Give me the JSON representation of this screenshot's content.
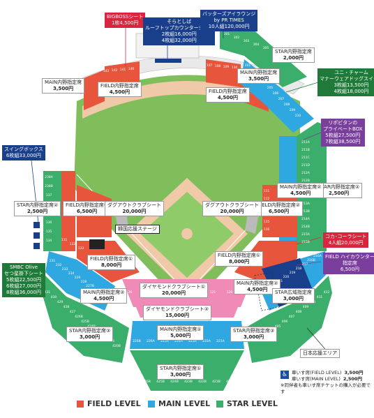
{
  "colors": {
    "field": "#e8553d",
    "main": "#2fa7e0",
    "star": "#3aae6a",
    "pink": "#f08bb8",
    "navy": "#1a3f8a",
    "red": "#d7263d",
    "purple": "#7a3e9d",
    "darkgreen": "#1f7a3a",
    "grass": "#7fbe5a",
    "dirt": "#f0c9a8"
  },
  "legend": {
    "field": "FIELD LEVEL",
    "main": "MAIN LEVEL",
    "star": "STAR LEVEL"
  },
  "annotations": {
    "bigboss": {
      "l1": "BIGBOSSシート",
      "l2": "1枚4,500円"
    },
    "rooftop": {
      "l1": "そらとしば",
      "l2": "ルーフトップカウンターシート",
      "l3": "2枚組16,000円",
      "l4": "4枚組32,000円"
    },
    "butters": {
      "l1": "バッターズアイラウンジ",
      "l2": "by PR TIMES",
      "l3": "10人組120,000円"
    },
    "yuni": {
      "l1": "ユニ・チャーム",
      "l2": "マナーウェアドッグスイート",
      "l3": "3枚組13,500円",
      "l4": "4枚組18,000円"
    },
    "lipo": {
      "l1": "リポビタンの",
      "l2": "プライベートBOX",
      "l3": "5枚組27,500円",
      "l4": "7枚組38,500円"
    },
    "swing": {
      "l1": "スイングボックス",
      "l2": "6枚組33,000円"
    },
    "coca": {
      "l1": "コカ･コーラシート",
      "l2": "4人組20,000円"
    },
    "fieldhigh": {
      "l1": "FIELD ハイカウンター",
      "l2": "指定席",
      "l3": "6,500円"
    },
    "smbc": {
      "l1": "SMBC Olive",
      "l2": "セつ星掛下シート",
      "l3": "5枚組22,500円",
      "l4": "6枚組27,000円",
      "l5": "8枚組36,000円"
    },
    "nihon": "日本応援エリア",
    "kankoku": "韓国応援ステージ"
  },
  "prices": {
    "main3b_top": {
      "name": "MAIN内野指定席",
      "price": "3,500円"
    },
    "main1b_top": {
      "name": "MAIN内野指定席",
      "price": "3,500円"
    },
    "main3b_left": {
      "name": "MAIN内野指定席",
      "price": "3,500円"
    },
    "field3b": {
      "name": "FIELD内野指定席",
      "price": "4,500円"
    },
    "field1b": {
      "name": "FIELD内野指定席",
      "price": "4,500円"
    },
    "star_top": {
      "name": "STAR内野指定席",
      "price": "2,000円"
    },
    "star_left": {
      "name": "STAR内野指定席②",
      "price": "2,500円"
    },
    "star_right": {
      "name": "STAR内野指定席②",
      "price": "2,500円"
    },
    "field2_l": {
      "name": "FIELD内野指定席②",
      "price": "6,500円"
    },
    "field2_r": {
      "name": "FIELD内野指定席②",
      "price": "6,500円"
    },
    "dugout_l": {
      "name": "ダグアウトクラブシート",
      "price": "20,000円"
    },
    "dugout_r": {
      "name": "ダグアウトクラブシート",
      "price": "20,000円"
    },
    "main2_r": {
      "name": "MAIN内野指定席②",
      "price": "4,500円"
    },
    "field1_l": {
      "name": "FIELD内野指定席①",
      "price": "8,000円"
    },
    "field1_r": {
      "name": "FIELD内野指定席①",
      "price": "8,000円"
    },
    "main2_l": {
      "name": "MAIN内野指定席②",
      "price": "4,500円"
    },
    "main2_r2": {
      "name": "MAIN内野指定席②",
      "price": "4,500円"
    },
    "diamond1": {
      "name": "ダイヤモンドクラブシート①",
      "price": "20,000円"
    },
    "diamond2": {
      "name": "ダイヤモンドクラブシート②",
      "price": "15,000円"
    },
    "star_l3": {
      "name": "STAR内野指定席③",
      "price": "3,000円"
    },
    "star_r3": {
      "name": "STAR内野指定席③",
      "price": "3,000円"
    },
    "starbox": {
      "name": "STAR広域指定席",
      "price": "3,000円"
    },
    "main1": {
      "name": "MAIN内野指定席①",
      "price": "5,000円"
    },
    "star1": {
      "name": "STAR内野指定席①",
      "price": "3,000円"
    }
  },
  "wheelchair": {
    "icon": "wheelchair-icon",
    "row1": "車いす席(FIELD LEVEL)",
    "p1": "3,500円",
    "row2": "車いす席(MAIN LEVEL)",
    "p2": "2,500円",
    "note": "※同伴者も車いす席チケットの購入が必要です"
  },
  "section_labels": {
    "top_field": [
      "143",
      "142",
      "141",
      "140"
    ],
    "top_field_r": [
      "107",
      "108",
      "109",
      "110"
    ],
    "right_main": [
      "201",
      "202",
      "203",
      "204",
      "205",
      "206",
      "207",
      "208",
      "209",
      "210"
    ],
    "right_star": [
      "301",
      "302",
      "303",
      "304",
      "305",
      "306"
    ],
    "right_col": [
      "211A",
      "211B",
      "211C",
      "211D",
      "212A",
      "212B",
      "212C",
      "212D",
      "213A",
      "213B",
      "214A",
      "214B",
      "215A",
      "215B"
    ],
    "left_col": [
      "238A",
      "238B",
      "137",
      "138",
      "139",
      "136",
      "135",
      "134"
    ],
    "left_field": [
      "131",
      "132",
      "133"
    ],
    "right_field": [
      "111",
      "112",
      "113",
      "114",
      "115",
      "116"
    ],
    "bottom_left_main": [
      "231",
      "232",
      "233",
      "234",
      "229",
      "228",
      "227B",
      "226B",
      "225B",
      "224B"
    ],
    "bottom_right_main": [
      "216A",
      "216B",
      "217",
      "218",
      "219",
      "220",
      "221",
      "222",
      "223"
    ],
    "bottom_left_star": [
      "431",
      "430",
      "429",
      "428",
      "427",
      "426B",
      "425B",
      "424B",
      "423B",
      "422B",
      "421B",
      "420B"
    ],
    "bottom_right_star": [
      "412",
      "411",
      "410",
      "409",
      "408",
      "407",
      "406",
      "405",
      "404"
    ],
    "star_bottom": [
      "426C",
      "426B",
      "425B",
      "424B",
      "423B",
      "422B",
      "421B",
      "420C"
    ],
    "main_front": [
      "226B",
      "226A",
      "225A",
      "224A",
      "223A",
      "222A",
      "221A",
      "220A"
    ],
    "diamond_row": [
      "126",
      "125",
      "124",
      "123",
      "122",
      "121",
      "120"
    ],
    "box_right": [
      "418",
      "419",
      "420"
    ]
  }
}
